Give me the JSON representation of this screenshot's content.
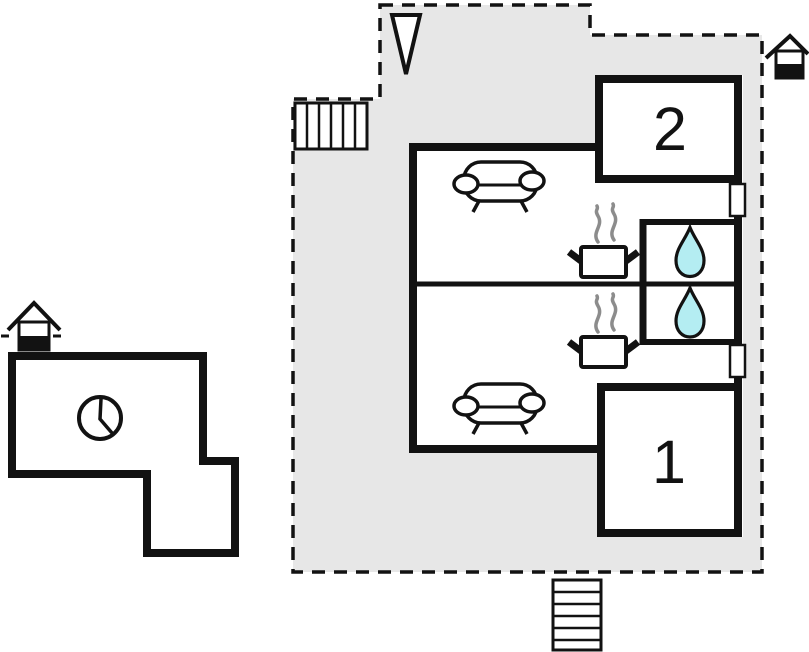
{
  "plan": {
    "rooms": [
      {
        "id": "room-2",
        "label": "2"
      },
      {
        "id": "room-1",
        "label": "1"
      }
    ],
    "symbols": [
      {
        "name": "north-arrow-icon",
        "count": 1
      },
      {
        "name": "house-entrance-icon",
        "count": 2
      },
      {
        "name": "clock-icon",
        "count": 1
      },
      {
        "name": "sofa-icon",
        "count": 2
      },
      {
        "name": "stove-icon",
        "count": 2
      },
      {
        "name": "water-drop-icon",
        "count": 2
      },
      {
        "name": "stairs-icon",
        "count": 2
      },
      {
        "name": "door-window-marker",
        "count": 2
      }
    ]
  },
  "colors": {
    "background": "#ffffff",
    "plot-fill": "#e7e7e7",
    "wall": "#121212",
    "water-drop": "#b4edf2",
    "steam": "#8c8c8c"
  }
}
